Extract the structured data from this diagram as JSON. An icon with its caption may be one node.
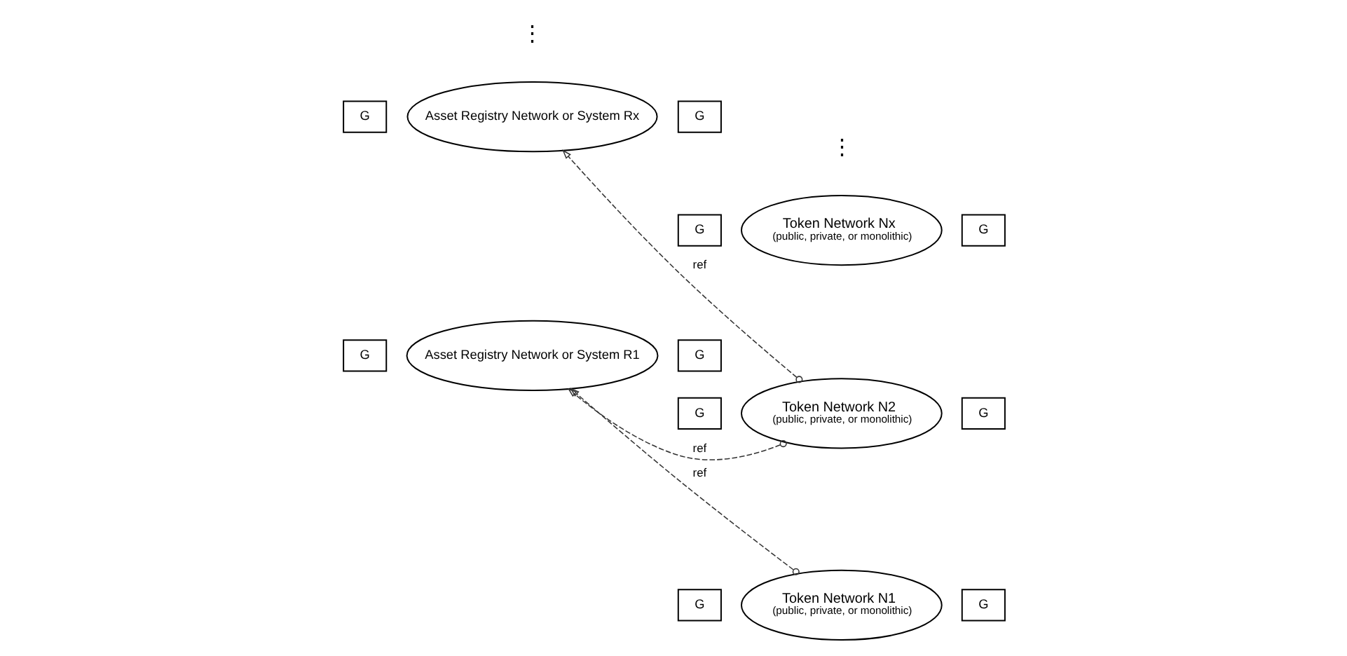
{
  "diagram": {
    "nodes": [
      {
        "text": [
          "G"
        ]
      },
      {
        "text": [
          "Token Network N1",
          "(public, private, or monolithic)"
        ]
      },
      {
        "text": [
          "G"
        ]
      },
      {
        "text": [
          "G"
        ]
      },
      {
        "text": [
          "Asset Registry Network or System R1"
        ]
      },
      {
        "text": [
          "G"
        ]
      },
      {
        "text": [
          "G"
        ]
      },
      {
        "text": [
          "Token Network N2",
          "(public, private, or monolithic)"
        ]
      },
      {
        "text": [
          "G"
        ]
      },
      {
        "text": [
          "G"
        ]
      },
      {
        "text": [
          "Asset Registry Network or System Rx"
        ]
      },
      {
        "text": [
          "G"
        ]
      },
      {
        "text": [
          "G"
        ]
      },
      {
        "text": [
          "Token Network Nx",
          "(public, private, or monolithic)"
        ]
      },
      {
        "text": [
          "G"
        ]
      }
    ],
    "edges": [
      {
        "from": 1,
        "to": 4,
        "arrow": "to",
        "label": "ref",
        "style": "dashed"
      },
      {
        "from": 7,
        "to": 4,
        "arrow": "to",
        "label": "ref",
        "style": "dashed"
      },
      {
        "from": 7,
        "to": 10,
        "arrow": "to",
        "label": "ref",
        "style": "dashed"
      }
    ],
    "labels": [
      "⋮",
      "⋮"
    ]
  }
}
